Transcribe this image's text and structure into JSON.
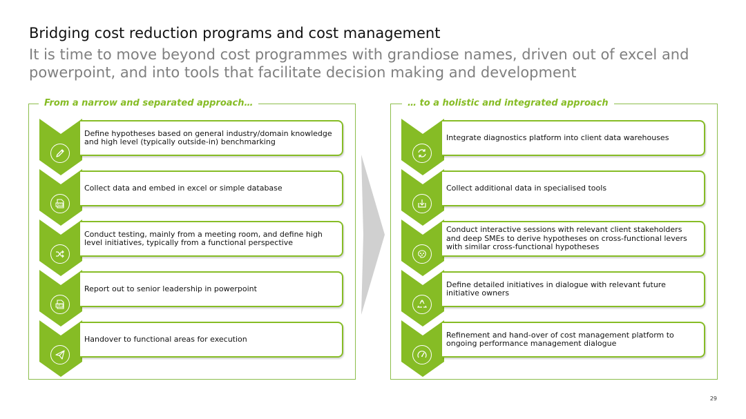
{
  "title": "Bridging cost reduction programs and cost management",
  "subtitle": "It is time to move beyond cost programmes with grandiose names, driven out of excel and powerpoint, and into tools that facilitate decision making and development",
  "left_panel": {
    "heading": "From a narrow and separated approach…",
    "steps": [
      {
        "text": "Define hypotheses based on general industry/domain knowledge and high level (typically outside-in) benchmarking",
        "icon": "pen-icon"
      },
      {
        "text": "Collect data and embed in excel or simple database",
        "icon": "xls-file-icon"
      },
      {
        "text": "Conduct testing, mainly from a meeting room, and define high level initiatives, typically from a functional perspective",
        "icon": "shuffle-icon"
      },
      {
        "text": "Report out to senior leadership in powerpoint",
        "icon": "ppt-file-icon"
      },
      {
        "text": "Handover to functional areas for execution",
        "icon": "paper-plane-icon"
      }
    ]
  },
  "right_panel": {
    "heading": "… to a holistic and integrated approach",
    "steps": [
      {
        "text": "Integrate diagnostics platform into client data warehouses",
        "icon": "sync-icon"
      },
      {
        "text": "Collect additional data in specialised tools",
        "icon": "inbox-download-icon"
      },
      {
        "text": "Conduct interactive sessions with relevant client stakeholders and deep SMEs to derive hypotheses on cross-functional levers with similar cross-functional hypotheses",
        "icon": "brain-icon"
      },
      {
        "text": "Define detailed initiatives in dialogue with relevant future initiative owners",
        "icon": "recycle-icon"
      },
      {
        "text": "Refinement and hand-over of cost management platform to ongoing performance management dialogue",
        "icon": "gauge-icon"
      }
    ]
  },
  "page_number": "29",
  "colors": {
    "accent": "#86bc25",
    "chevron": "#86bc25",
    "arrow": "#d0d0d0",
    "subtitle": "#7f7f7f"
  }
}
